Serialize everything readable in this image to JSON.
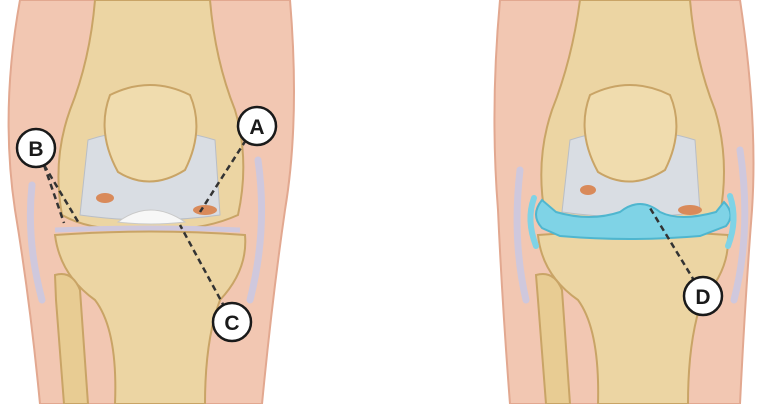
{
  "callouts": {
    "a": "A",
    "b": "B",
    "c": "C",
    "d": "D"
  },
  "colors": {
    "skin": "#f2c7b2",
    "skin_edge": "#e2a890",
    "bone": "#ecd5a3",
    "bone_dark": "#d6b678",
    "bone_outline": "#c9a466",
    "capsule": "#cfc8dd",
    "cartilage_worn": "#f4f4f4",
    "bone_marrow_spot": "#d98a5a",
    "synovial_fluid": "#7fd3e6",
    "leader_line": "#333333"
  }
}
